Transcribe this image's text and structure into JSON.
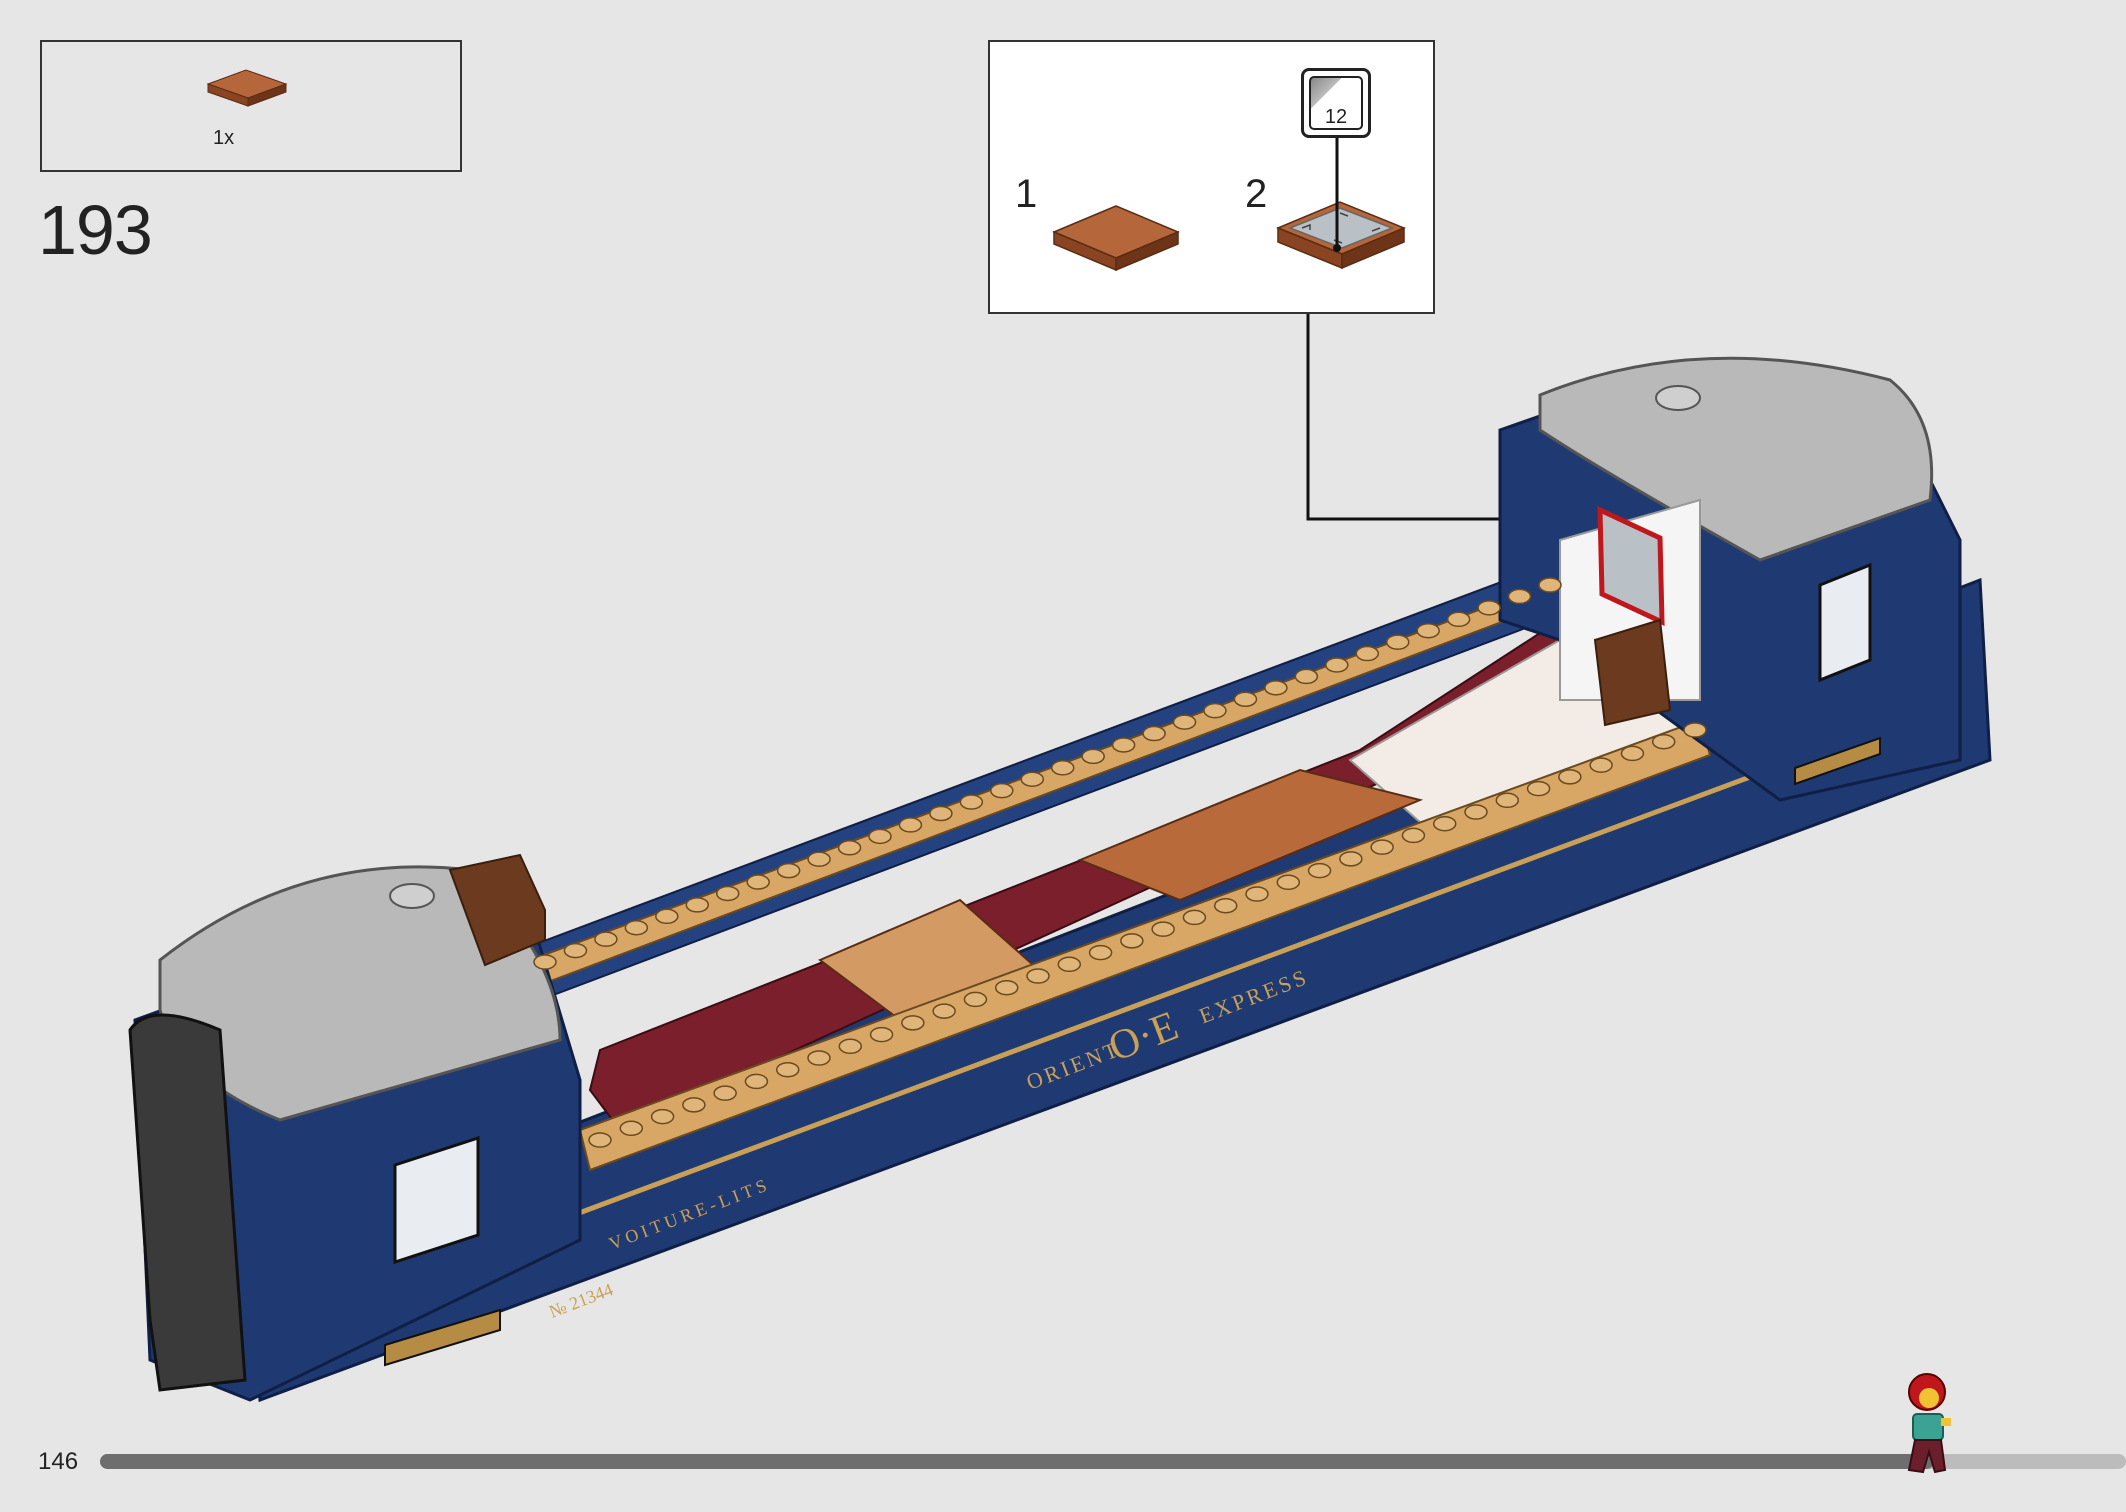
{
  "parts_list": {
    "quantity": "1x",
    "part_icon": "brown-tile-2x2-icon"
  },
  "step": {
    "number": "193"
  },
  "sub_assembly": {
    "steps": [
      {
        "label": "1",
        "icon": "brown-tile-2x2-icon"
      },
      {
        "label": "2",
        "icon": "tile-with-sticker-icon"
      }
    ],
    "sticker": {
      "number": "12",
      "icon": "sticker-sheet-icon"
    }
  },
  "model": {
    "car_markings": {
      "brand_left": "ORIENT",
      "logo": "O·E",
      "brand_right": "EXPRESS",
      "car_type": "VOITURE-LITS",
      "car_number": "№ 21344"
    }
  },
  "footer": {
    "page_number": "146",
    "progress_fraction": 0.905,
    "progress_icon": "minifigure-progress-icon"
  },
  "colors": {
    "background": "#e6e6e6",
    "train_blue": "#1f3a73",
    "gold": "#c9a055",
    "roof_gray": "#b9b9b9",
    "tile_brown": "#a0522d",
    "highlight_red": "#c0171c"
  }
}
